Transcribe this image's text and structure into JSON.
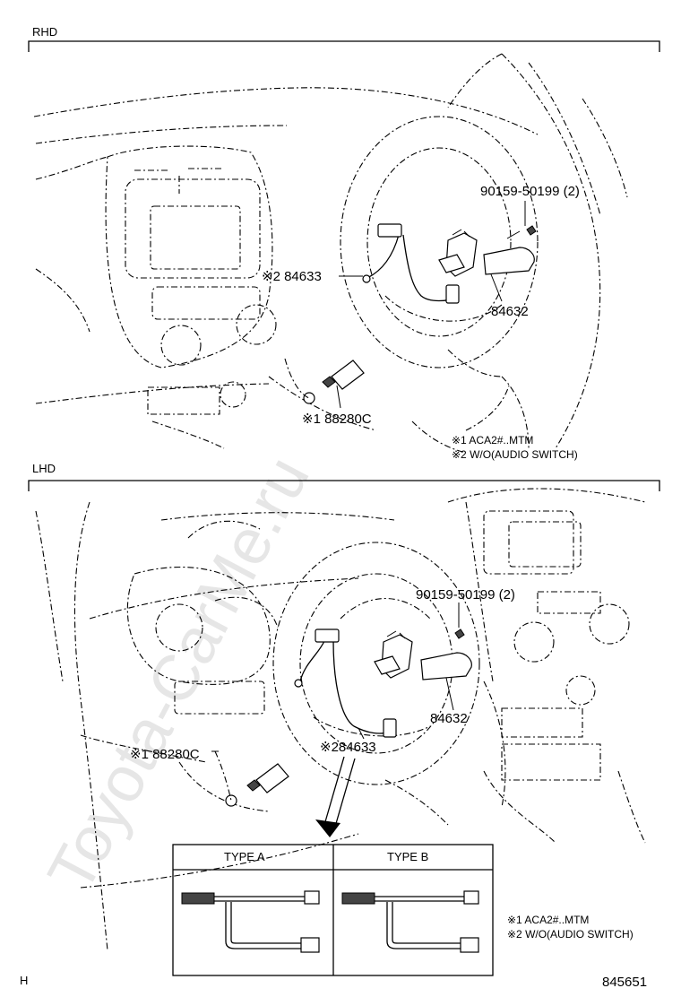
{
  "sections": {
    "rhd": {
      "label": "RHD",
      "parts": {
        "bolt": "90159-50199 (2)",
        "switch_wire": "※2 84633",
        "switch_assy": "84632",
        "sensor": "※1 88280C"
      },
      "notes": [
        "※1 ACA2#..MTM",
        "※2 W/O(AUDIO SWITCH)"
      ]
    },
    "lhd": {
      "label": "LHD",
      "parts": {
        "bolt": "90159-50199 (2)",
        "switch_assy": "84632",
        "switch_wire": "※284633",
        "sensor": "※1 88280C"
      },
      "types": [
        "TYPE A",
        "TYPE B"
      ],
      "notes": [
        "※1 ACA2#..MTM",
        "※2 W/O(AUDIO SWITCH)"
      ]
    }
  },
  "footer": {
    "left_code": "H",
    "diagram_number": "845651"
  },
  "watermark": "Toyota-CarMe.ru",
  "colors": {
    "line": "#000000",
    "watermark": "#e6e6e6"
  }
}
